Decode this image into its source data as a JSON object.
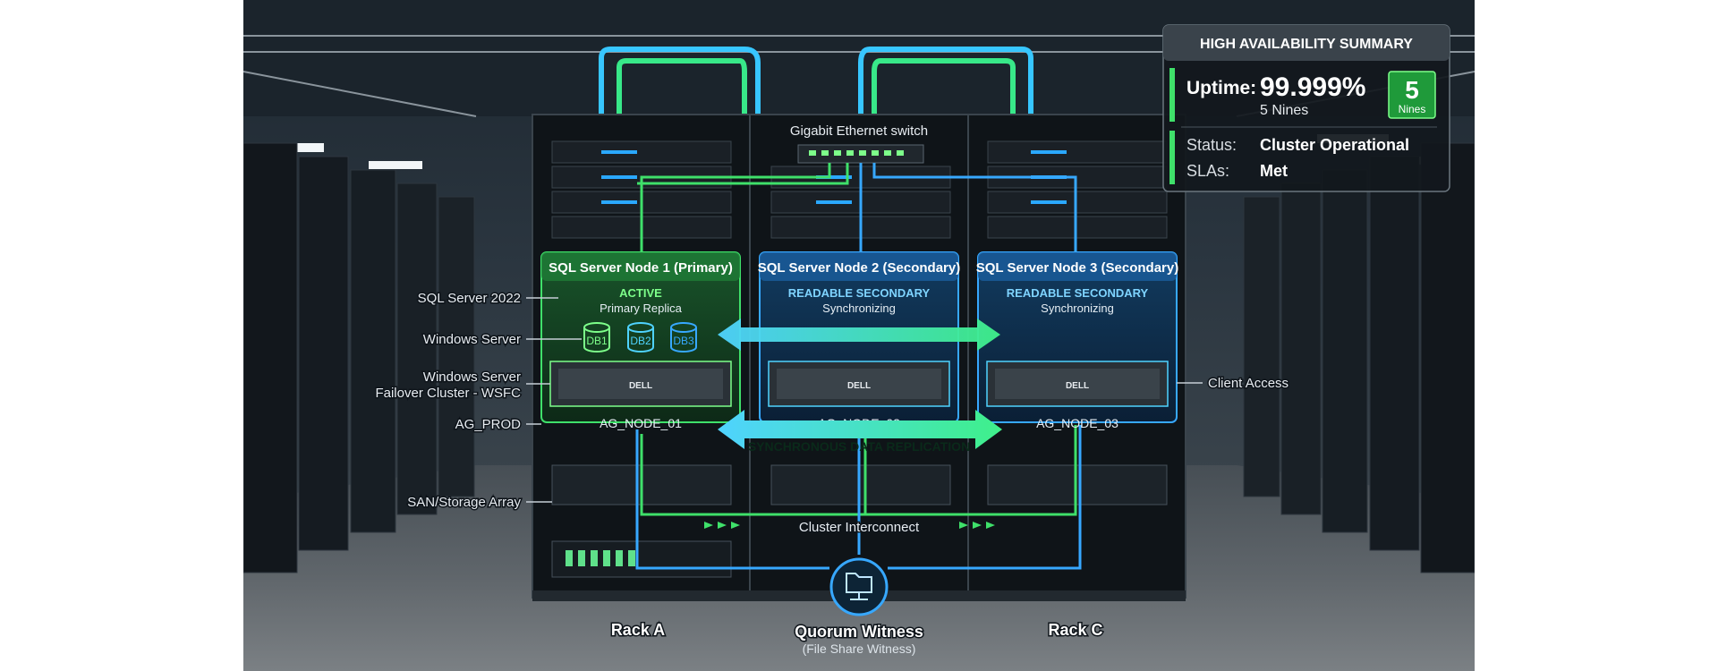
{
  "switch_label": "Gigabit Ethernet switch",
  "nodes": [
    {
      "title": "SQL Server Node 1 (Primary)",
      "status": "ACTIVE",
      "sub": "Primary Replica",
      "name": "AG_NODE_01"
    },
    {
      "title": "SQL Server Node 2 (Secondary)",
      "status": "READABLE SECONDARY",
      "sub": "Synchronizing",
      "name": "AG_NODE_02"
    },
    {
      "title": "SQL Server Node 3 (Secondary)",
      "status": "READABLE SECONDARY",
      "sub": "Synchronizing",
      "name": "AG_NODE_03"
    }
  ],
  "databases": [
    "DB1",
    "DB2",
    "DB3"
  ],
  "server_brand": "DELL",
  "left_labels": {
    "sql_server": "SQL Server 2022",
    "windows_server": "Windows Server",
    "wsfc_1": "Windows Server",
    "wsfc_2": "Failover Cluster - WSFC",
    "ag": "AG_PROD",
    "san": "SAN/Storage Array"
  },
  "client_access": "Client Access",
  "replication_label": "SYNCHRONOUS DATA REPLICATION",
  "cluster_interconnect": "Cluster Interconnect",
  "quorum": {
    "title": "Quorum Witness",
    "subtitle": "(File Share Witness)",
    "icon": "folder-network-icon"
  },
  "racks": [
    "Rack A",
    "Rack C"
  ],
  "ha_summary": {
    "header": "HIGH AVAILABILITY SUMMARY",
    "uptime_label": "Uptime:",
    "uptime_value": "99.999%",
    "uptime_sub": "5 Nines",
    "badge_number": "5",
    "badge_label": "Nines",
    "status_label": "Status:",
    "status_value": "Cluster Operational",
    "sla_label": "SLAs:",
    "sla_value": "Met"
  },
  "colors": {
    "primary_green": "#3fe06a",
    "secondary_blue": "#37a8ff",
    "badge_green": "#1f9a3a"
  }
}
